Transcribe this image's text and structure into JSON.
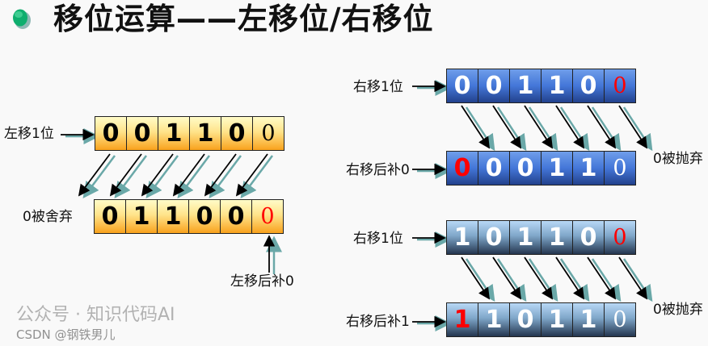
{
  "title": "移位运算——左移位/右移位",
  "colors": {
    "red_digit": "#ff0000",
    "arrow_black": "#000000",
    "arrow_teal": "#6aa8a8"
  },
  "left_shift": {
    "label_shift": "左移1位",
    "label_discard": "0被舍弃",
    "label_fill": "左移后补0",
    "before": [
      {
        "v": "0"
      },
      {
        "v": "0"
      },
      {
        "v": "1"
      },
      {
        "v": "1"
      },
      {
        "v": "0"
      },
      {
        "v": "0",
        "style": "thin"
      }
    ],
    "after": [
      {
        "v": "0"
      },
      {
        "v": "1"
      },
      {
        "v": "1"
      },
      {
        "v": "0"
      },
      {
        "v": "0"
      },
      {
        "v": "0",
        "style": "thin",
        "red": true
      }
    ]
  },
  "right_shift_0": {
    "label_shift": "右移1位",
    "label_fill": "右移后补0",
    "label_discard": "0被抛弃",
    "before": [
      {
        "v": "0"
      },
      {
        "v": "0"
      },
      {
        "v": "1"
      },
      {
        "v": "1"
      },
      {
        "v": "0"
      },
      {
        "v": "0",
        "style": "thin",
        "red": true
      }
    ],
    "after": [
      {
        "v": "0",
        "red": true
      },
      {
        "v": "0"
      },
      {
        "v": "0"
      },
      {
        "v": "1"
      },
      {
        "v": "1"
      },
      {
        "v": "0",
        "style": "thin"
      }
    ]
  },
  "right_shift_1": {
    "label_shift": "右移1位",
    "label_fill": "右移后补1",
    "label_discard": "0被抛弃",
    "before": [
      {
        "v": "1"
      },
      {
        "v": "0"
      },
      {
        "v": "1"
      },
      {
        "v": "1"
      },
      {
        "v": "0"
      },
      {
        "v": "0",
        "style": "thin",
        "red": true
      }
    ],
    "after": [
      {
        "v": "1",
        "red": true
      },
      {
        "v": "1"
      },
      {
        "v": "0"
      },
      {
        "v": "1"
      },
      {
        "v": "1"
      },
      {
        "v": "0",
        "style": "thin"
      }
    ]
  },
  "watermark": {
    "wechat": "公众号 · 知识代码AI",
    "csdn": "CSDN @钢铁男儿"
  }
}
